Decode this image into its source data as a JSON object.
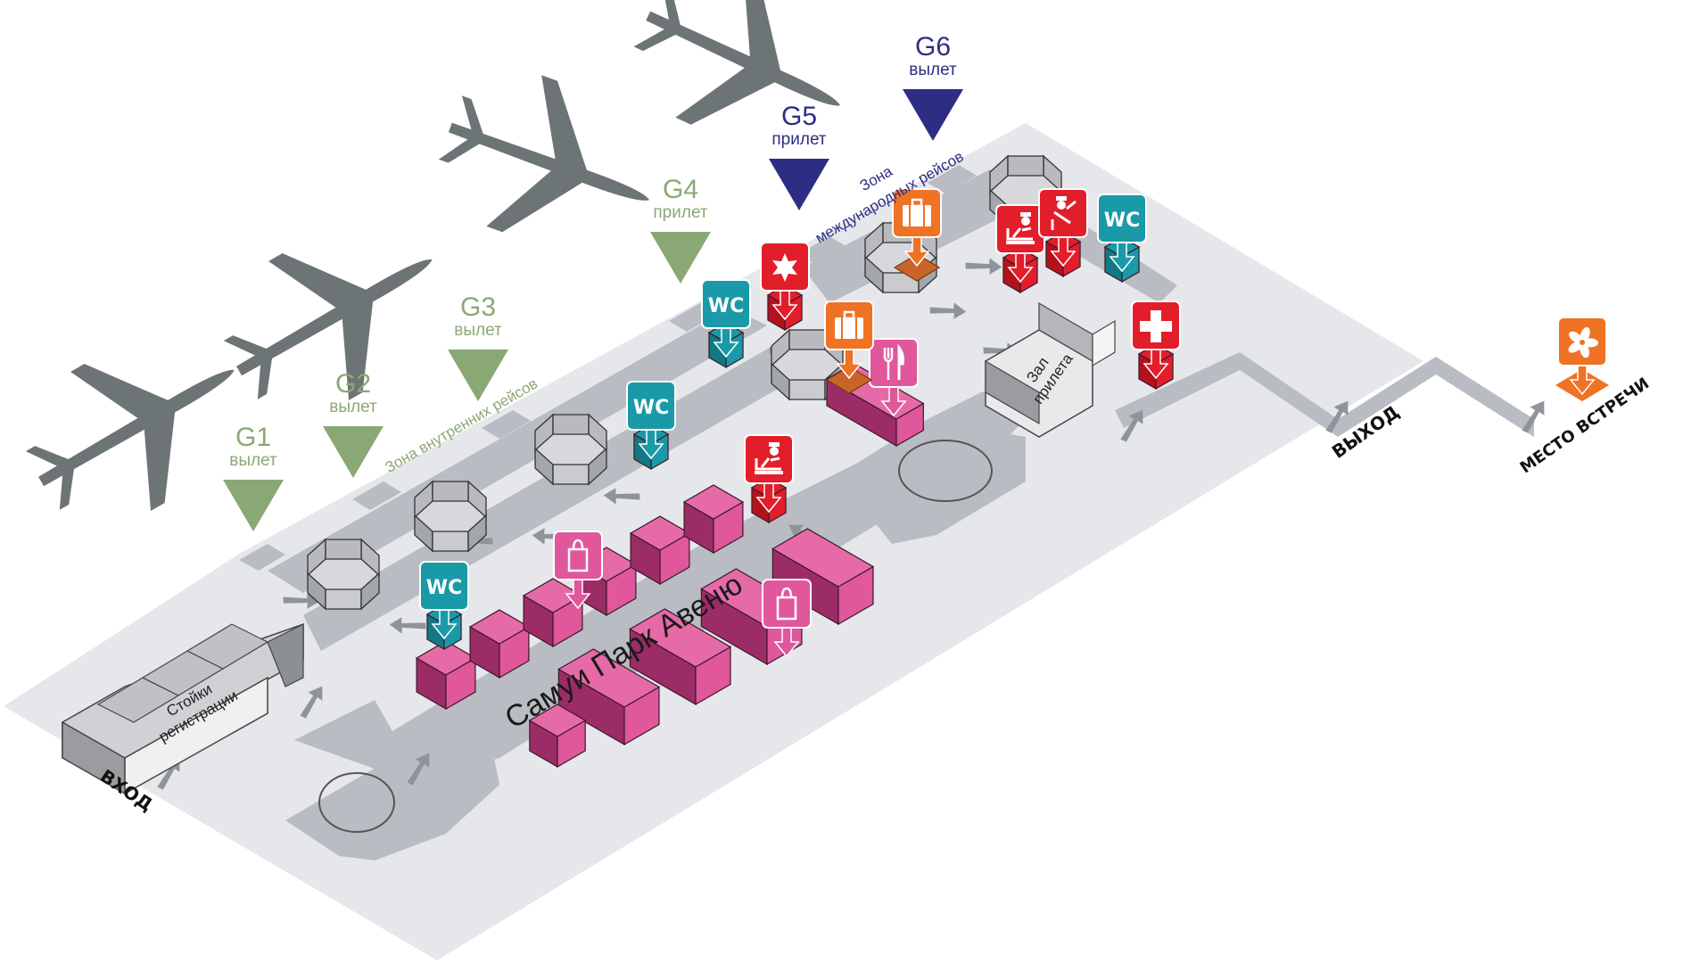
{
  "title": "Схема аэропорта Самуи",
  "colors": {
    "floor": "#e6e7ea",
    "path": "#b9bcc3",
    "path_arrow": "#8f949b",
    "plane": "#6d7476",
    "gate_domestic": "#8aa874",
    "gate_international": "#2d2e83",
    "wc": "#1a9aa8",
    "wc_dark": "#137883",
    "red": "#e21e2b",
    "red_dark": "#b3121d",
    "pink": "#e0579b",
    "pink_dark": "#9c2c66",
    "orange": "#ef7225",
    "orange_dark": "#b65417",
    "wall": "#b4b6ba",
    "wall_dark": "#8c8f94"
  },
  "gates": [
    {
      "id": "G1",
      "label": "G1",
      "type": "вылет",
      "zone": "domestic"
    },
    {
      "id": "G2",
      "label": "G2",
      "type": "вылет",
      "zone": "domestic"
    },
    {
      "id": "G3",
      "label": "G3",
      "type": "вылет",
      "zone": "domestic"
    },
    {
      "id": "G4",
      "label": "G4",
      "type": "прилет",
      "zone": "domestic"
    },
    {
      "id": "G5",
      "label": "G5",
      "type": "прилет",
      "zone": "international"
    },
    {
      "id": "G6",
      "label": "G6",
      "type": "вылет",
      "zone": "international"
    }
  ],
  "zones": {
    "domestic": "Зона внутренних рейсов",
    "international_line1": "Зона",
    "international_line2": "международных рейсов"
  },
  "labels": {
    "street": "Самуи Парк Авеню",
    "checkin_line1": "Стойки",
    "checkin_line2": "регистрации",
    "entrance": "ВХОД",
    "exit": "ВЫХОД",
    "meeting_point": "МЕСТО ВСТРЕЧИ",
    "arrival_hall_line1": "Зал",
    "arrival_hall_line2": "прилета"
  },
  "pois": [
    {
      "name": "wc-domestic-1",
      "icon": "wc-icon",
      "text": "WC",
      "kind": "wc"
    },
    {
      "name": "wc-domestic-2",
      "icon": "wc-icon",
      "text": "WC",
      "kind": "wc"
    },
    {
      "name": "wc-g4",
      "icon": "wc-icon",
      "text": "WC",
      "kind": "wc"
    },
    {
      "name": "wc-international",
      "icon": "wc-icon",
      "text": "WC",
      "kind": "wc"
    },
    {
      "name": "shop-1",
      "icon": "shopping-bag-icon",
      "kind": "shop"
    },
    {
      "name": "shop-2",
      "icon": "shopping-bag-icon",
      "kind": "shop"
    },
    {
      "name": "restaurant",
      "icon": "fork-knife-icon",
      "kind": "food"
    },
    {
      "name": "passport-control-domestic",
      "icon": "passport-control-icon",
      "kind": "control"
    },
    {
      "name": "police",
      "icon": "police-star-icon",
      "kind": "control"
    },
    {
      "name": "baggage-claim-1",
      "icon": "suitcase-icon",
      "kind": "baggage"
    },
    {
      "name": "baggage-claim-2",
      "icon": "suitcase-icon",
      "kind": "baggage"
    },
    {
      "name": "passport-control-international",
      "icon": "passport-control-icon",
      "kind": "control"
    },
    {
      "name": "customs",
      "icon": "customs-officer-icon",
      "kind": "control"
    },
    {
      "name": "first-aid",
      "icon": "medical-cross-icon",
      "kind": "control"
    },
    {
      "name": "meeting-point",
      "icon": "flower-icon",
      "kind": "meeting"
    }
  ]
}
